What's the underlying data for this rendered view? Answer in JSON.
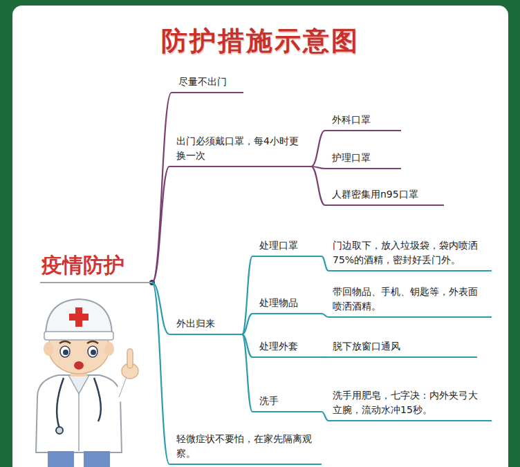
{
  "diagram": {
    "title": "防护措施示意图",
    "nodes": [
      {
        "text": [
          "疫情防护"
        ]
      },
      {
        "text": [
          "尽量不出门"
        ]
      },
      {
        "text": [
          "出门必须戴口罩，每4小时更换一次"
        ]
      },
      {
        "text": [
          "外科口罩"
        ]
      },
      {
        "text": [
          "护理口罩"
        ]
      },
      {
        "text": [
          "人群密集用n95口罩"
        ]
      },
      {
        "text": [
          "外出归来"
        ]
      },
      {
        "text": [
          "处理口罩"
        ]
      },
      {
        "text": [
          "门边取下，放入垃圾袋，袋内喷洒75%的酒精，密封好丢门外。"
        ]
      },
      {
        "text": [
          "处理物品"
        ]
      },
      {
        "text": [
          "带回物品、手机、钥匙等，外表面喷洒酒精。"
        ]
      },
      {
        "text": [
          "处理外套"
        ]
      },
      {
        "text": [
          "脱下放窗口通风"
        ]
      },
      {
        "text": [
          "洗手"
        ]
      },
      {
        "text": [
          "洗手用肥皂，七字决：内外夹弓大立腕，流动水冲15秒。"
        ]
      },
      {
        "text": [
          "轻微症状不要怕，在家先隔离观察。"
        ]
      }
    ],
    "edges": [
      {
        "from": 0,
        "to": 1,
        "arrow": "none"
      },
      {
        "from": 0,
        "to": 2,
        "arrow": "none"
      },
      {
        "from": 2,
        "to": 3,
        "arrow": "none"
      },
      {
        "from": 2,
        "to": 4,
        "arrow": "none"
      },
      {
        "from": 2,
        "to": 5,
        "arrow": "none"
      },
      {
        "from": 0,
        "to": 6,
        "arrow": "none"
      },
      {
        "from": 6,
        "to": 7,
        "arrow": "none"
      },
      {
        "from": 7,
        "to": 8,
        "arrow": "none"
      },
      {
        "from": 6,
        "to": 9,
        "arrow": "none"
      },
      {
        "from": 9,
        "to": 10,
        "arrow": "none"
      },
      {
        "from": 6,
        "to": 11,
        "arrow": "none"
      },
      {
        "from": 11,
        "to": 12,
        "arrow": "none"
      },
      {
        "from": 6,
        "to": 13,
        "arrow": "none"
      },
      {
        "from": 13,
        "to": 14,
        "arrow": "none"
      },
      {
        "from": 0,
        "to": 15,
        "arrow": "none"
      }
    ]
  }
}
